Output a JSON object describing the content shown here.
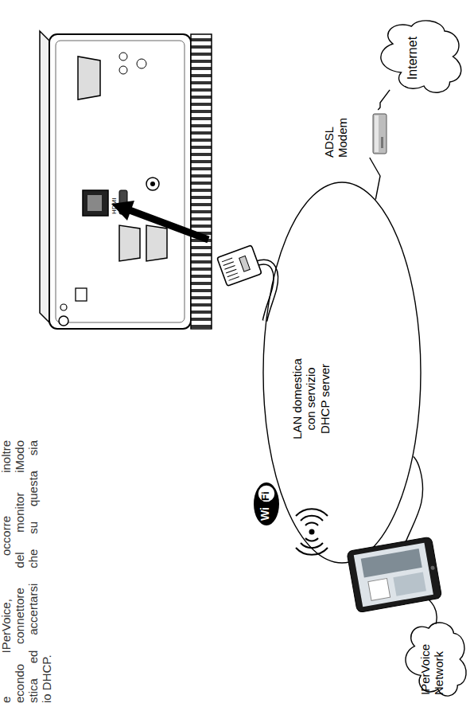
{
  "diagram": {
    "nodes": [
      {
        "text": [
          "IPerVoice Network"
        ]
      },
      {
        "text": [
          "LAN domestica con servizio DHCP server"
        ]
      },
      {
        "text": [
          "ADSL Modem"
        ]
      },
      {
        "text": [
          "Internet"
        ]
      }
    ],
    "edges": [
      {
        "from": 1,
        "to": 0,
        "arrow": "none"
      },
      {
        "from": 1,
        "to": 2,
        "arrow": "none"
      },
      {
        "from": 2,
        "to": 3,
        "arrow": "none"
      }
    ],
    "labels": [
      "e IPerVoice, occorre inoltre",
      "econdo connettore del monitor iModo",
      "stica ed accertarsi che su questa sia",
      "io DHCP.",
      "HDMI",
      "Wi",
      "Fi"
    ]
  }
}
